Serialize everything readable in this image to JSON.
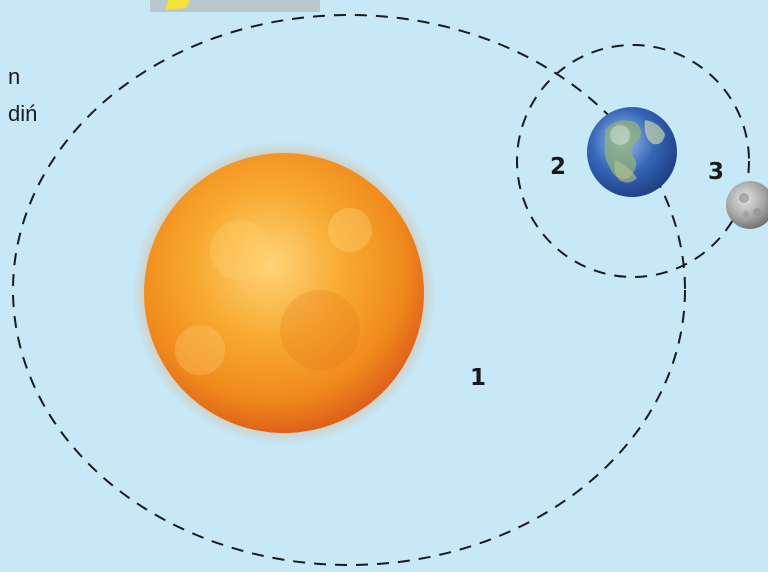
{
  "text_fragments": [
    "n",
    "diń"
  ],
  "labels": {
    "sun_orbit": "1",
    "earth": "2",
    "moon": "3"
  },
  "colors": {
    "background": "#c6e8f7",
    "orbit_line": "#1a1a1a",
    "sun": "#f39a1e",
    "earth_ocean": "#2f5fb5",
    "earth_land": "#9fbf7a",
    "moon": "#a8a8a8"
  },
  "icons": {
    "sun": "sun-icon",
    "earth": "earth-icon",
    "moon": "moon-icon"
  }
}
